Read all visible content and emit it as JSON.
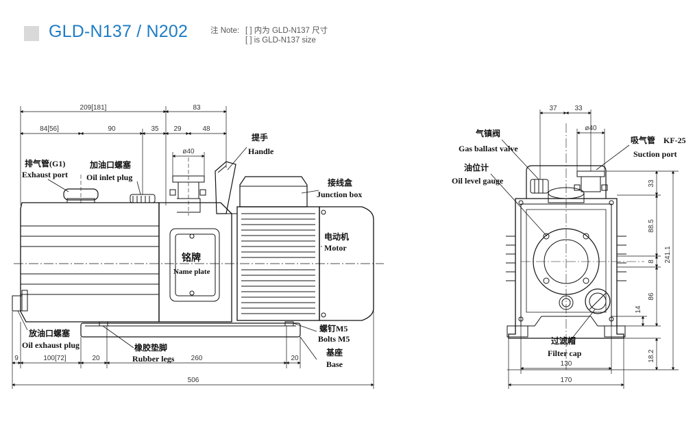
{
  "header": {
    "model": "GLD-N137 / N202",
    "note_label": "注 Note:",
    "note_line1": "[ ] 内为 GLD-N137 尺寸",
    "note_line2": "[ ] is GLD-N137 size"
  },
  "side_view": {
    "dims": {
      "total_top": "209[181]",
      "motor_top": "83",
      "exhaust_offset": "84[56]",
      "oil_inlet_span": "90",
      "offset_35": "35",
      "offset_29": "29",
      "offset_48": "48",
      "inlet_dia": "ø40",
      "bottom_9": "9",
      "bottom_100": "100[72]",
      "bottom_20a": "20",
      "bottom_260": "260",
      "bottom_20b": "20",
      "total_length": "506"
    },
    "labels": {
      "exhaust_cn": "排气管(G1)",
      "exhaust_en": "Exhaust port",
      "oil_inlet_cn": "加油口螺塞",
      "oil_inlet_en": "Oil inlet plug",
      "handle_cn": "提手",
      "handle_en": "Handle",
      "junction_cn": "接线盒",
      "junction_en": "Junction box",
      "motor_cn": "电动机",
      "motor_en": "Motor",
      "nameplate_cn": "铭牌",
      "nameplate_en": "Name plate",
      "oil_exhaust_cn": "放油口螺塞",
      "oil_exhaust_en": "Oil exhaust plug",
      "rubber_cn": "橡胶垫脚",
      "rubber_en": "Rubber legs",
      "bolts_cn": "螺钉M5",
      "bolts_en": "Bolts M5",
      "base_cn": "基座",
      "base_en": "Base"
    }
  },
  "front_view": {
    "dims": {
      "top_37": "37",
      "top_33": "33",
      "port_dia": "ø40",
      "right_33": "33",
      "right_88_5": "88.5",
      "right_8": "8",
      "right_86": "86",
      "right_14": "14",
      "right_18_2": "18.2",
      "right_241_1": "241.1",
      "bottom_130": "130",
      "bottom_170": "170"
    },
    "labels": {
      "gas_ballast_cn": "气镇阀",
      "gas_ballast_en": "Gas ballast valve",
      "oil_level_cn": "油位计",
      "oil_level_en": "Oil level gauge",
      "suction_cn": "吸气管",
      "suction_kf": "KF-25",
      "suction_en": "Suction port",
      "filter_cn": "过滤帽",
      "filter_en": "Filter cap"
    }
  },
  "colors": {
    "title_blue": "#1f7cc4",
    "line": "#111111",
    "square_grey": "#d9d9d9"
  }
}
